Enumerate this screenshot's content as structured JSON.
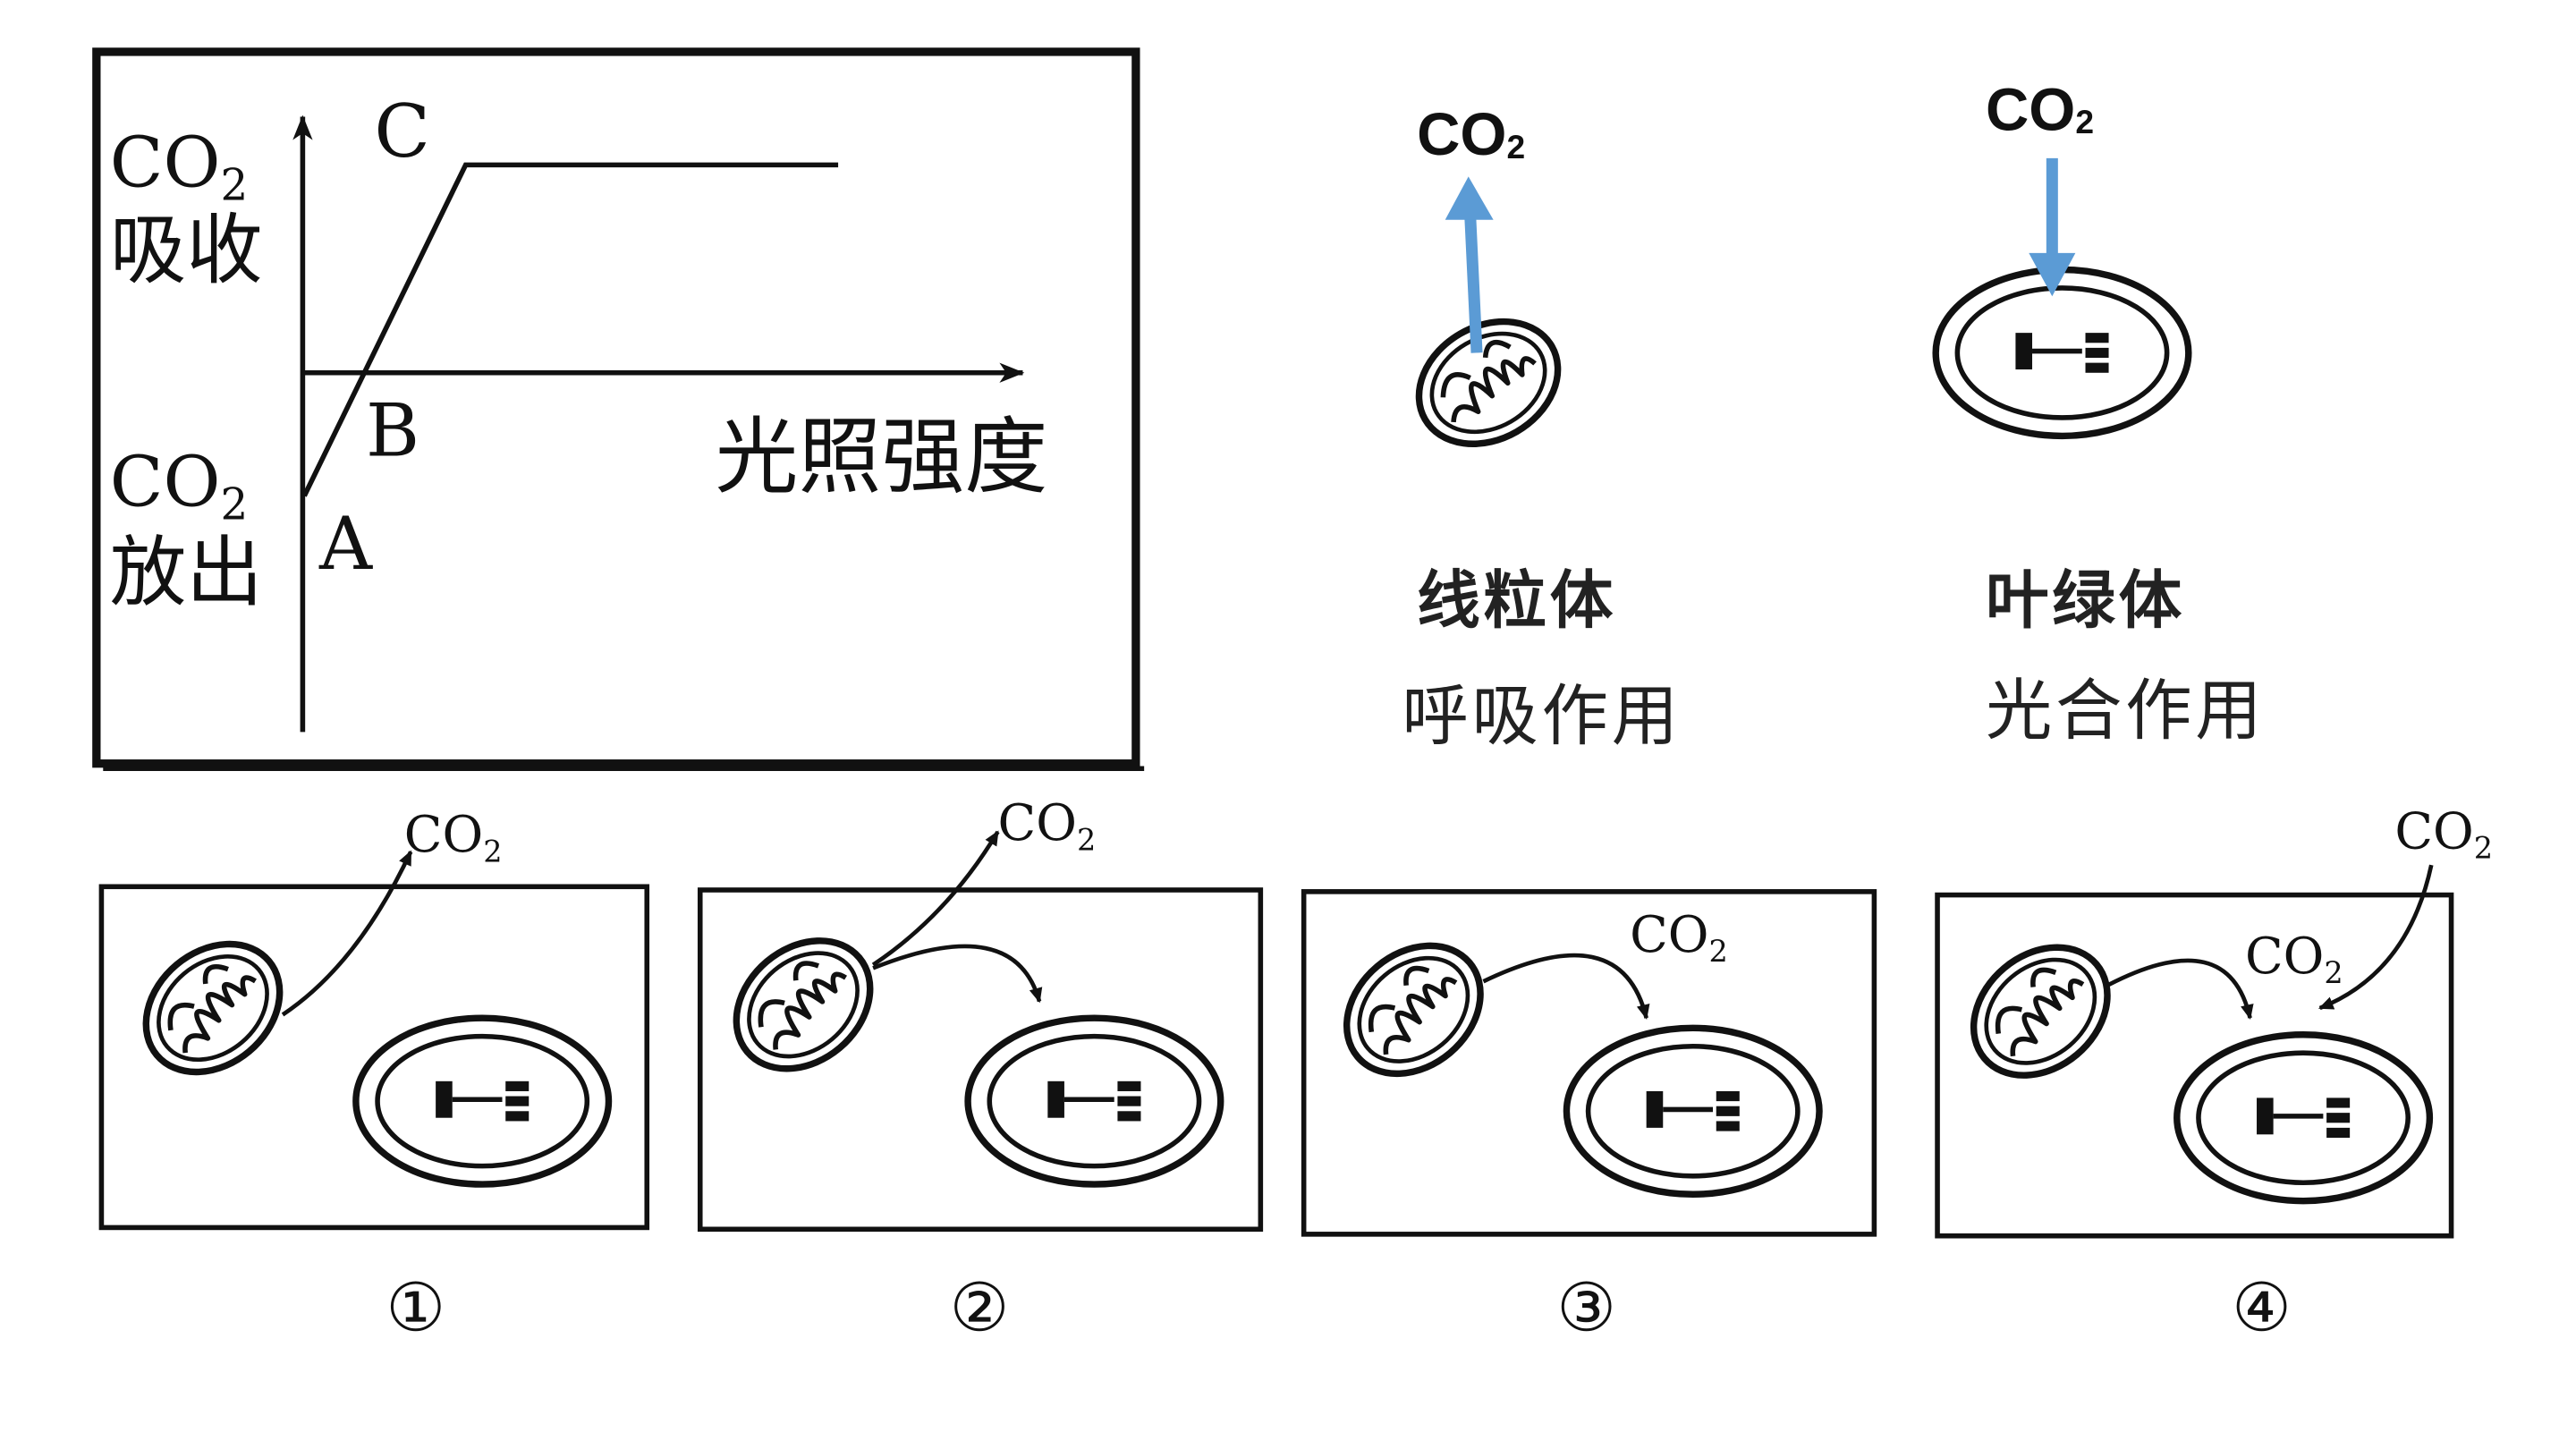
{
  "graph": {
    "co2_top": "CO",
    "co2_top_sub": "2",
    "absorb_label": "吸收",
    "co2_bottom": "CO",
    "co2_bottom_sub": "2",
    "release_label": "放出",
    "x_axis_label": "光照强度",
    "point_a": "A",
    "point_b": "B",
    "point_c": "C"
  },
  "legend": {
    "mito_co2": "CO",
    "mito_co2_sub": "2",
    "mito_name": "线粒体",
    "mito_process": "呼吸作用",
    "chloro_co2": "CO",
    "chloro_co2_sub": "2",
    "chloro_name": "叶绿体",
    "chloro_process": "光合作用",
    "arrow_color": "#5b9bd5"
  },
  "panels": [
    {
      "number": "①",
      "co2_label": "CO",
      "co2_sub": "2"
    },
    {
      "number": "②",
      "co2_label": "CO",
      "co2_sub": "2"
    },
    {
      "number": "③",
      "co2_label": "CO",
      "co2_sub": "2"
    },
    {
      "number": "④",
      "co2_label": "CO",
      "co2_sub": "2",
      "co2_label_2": "CO",
      "co2_sub_2": "2"
    }
  ]
}
